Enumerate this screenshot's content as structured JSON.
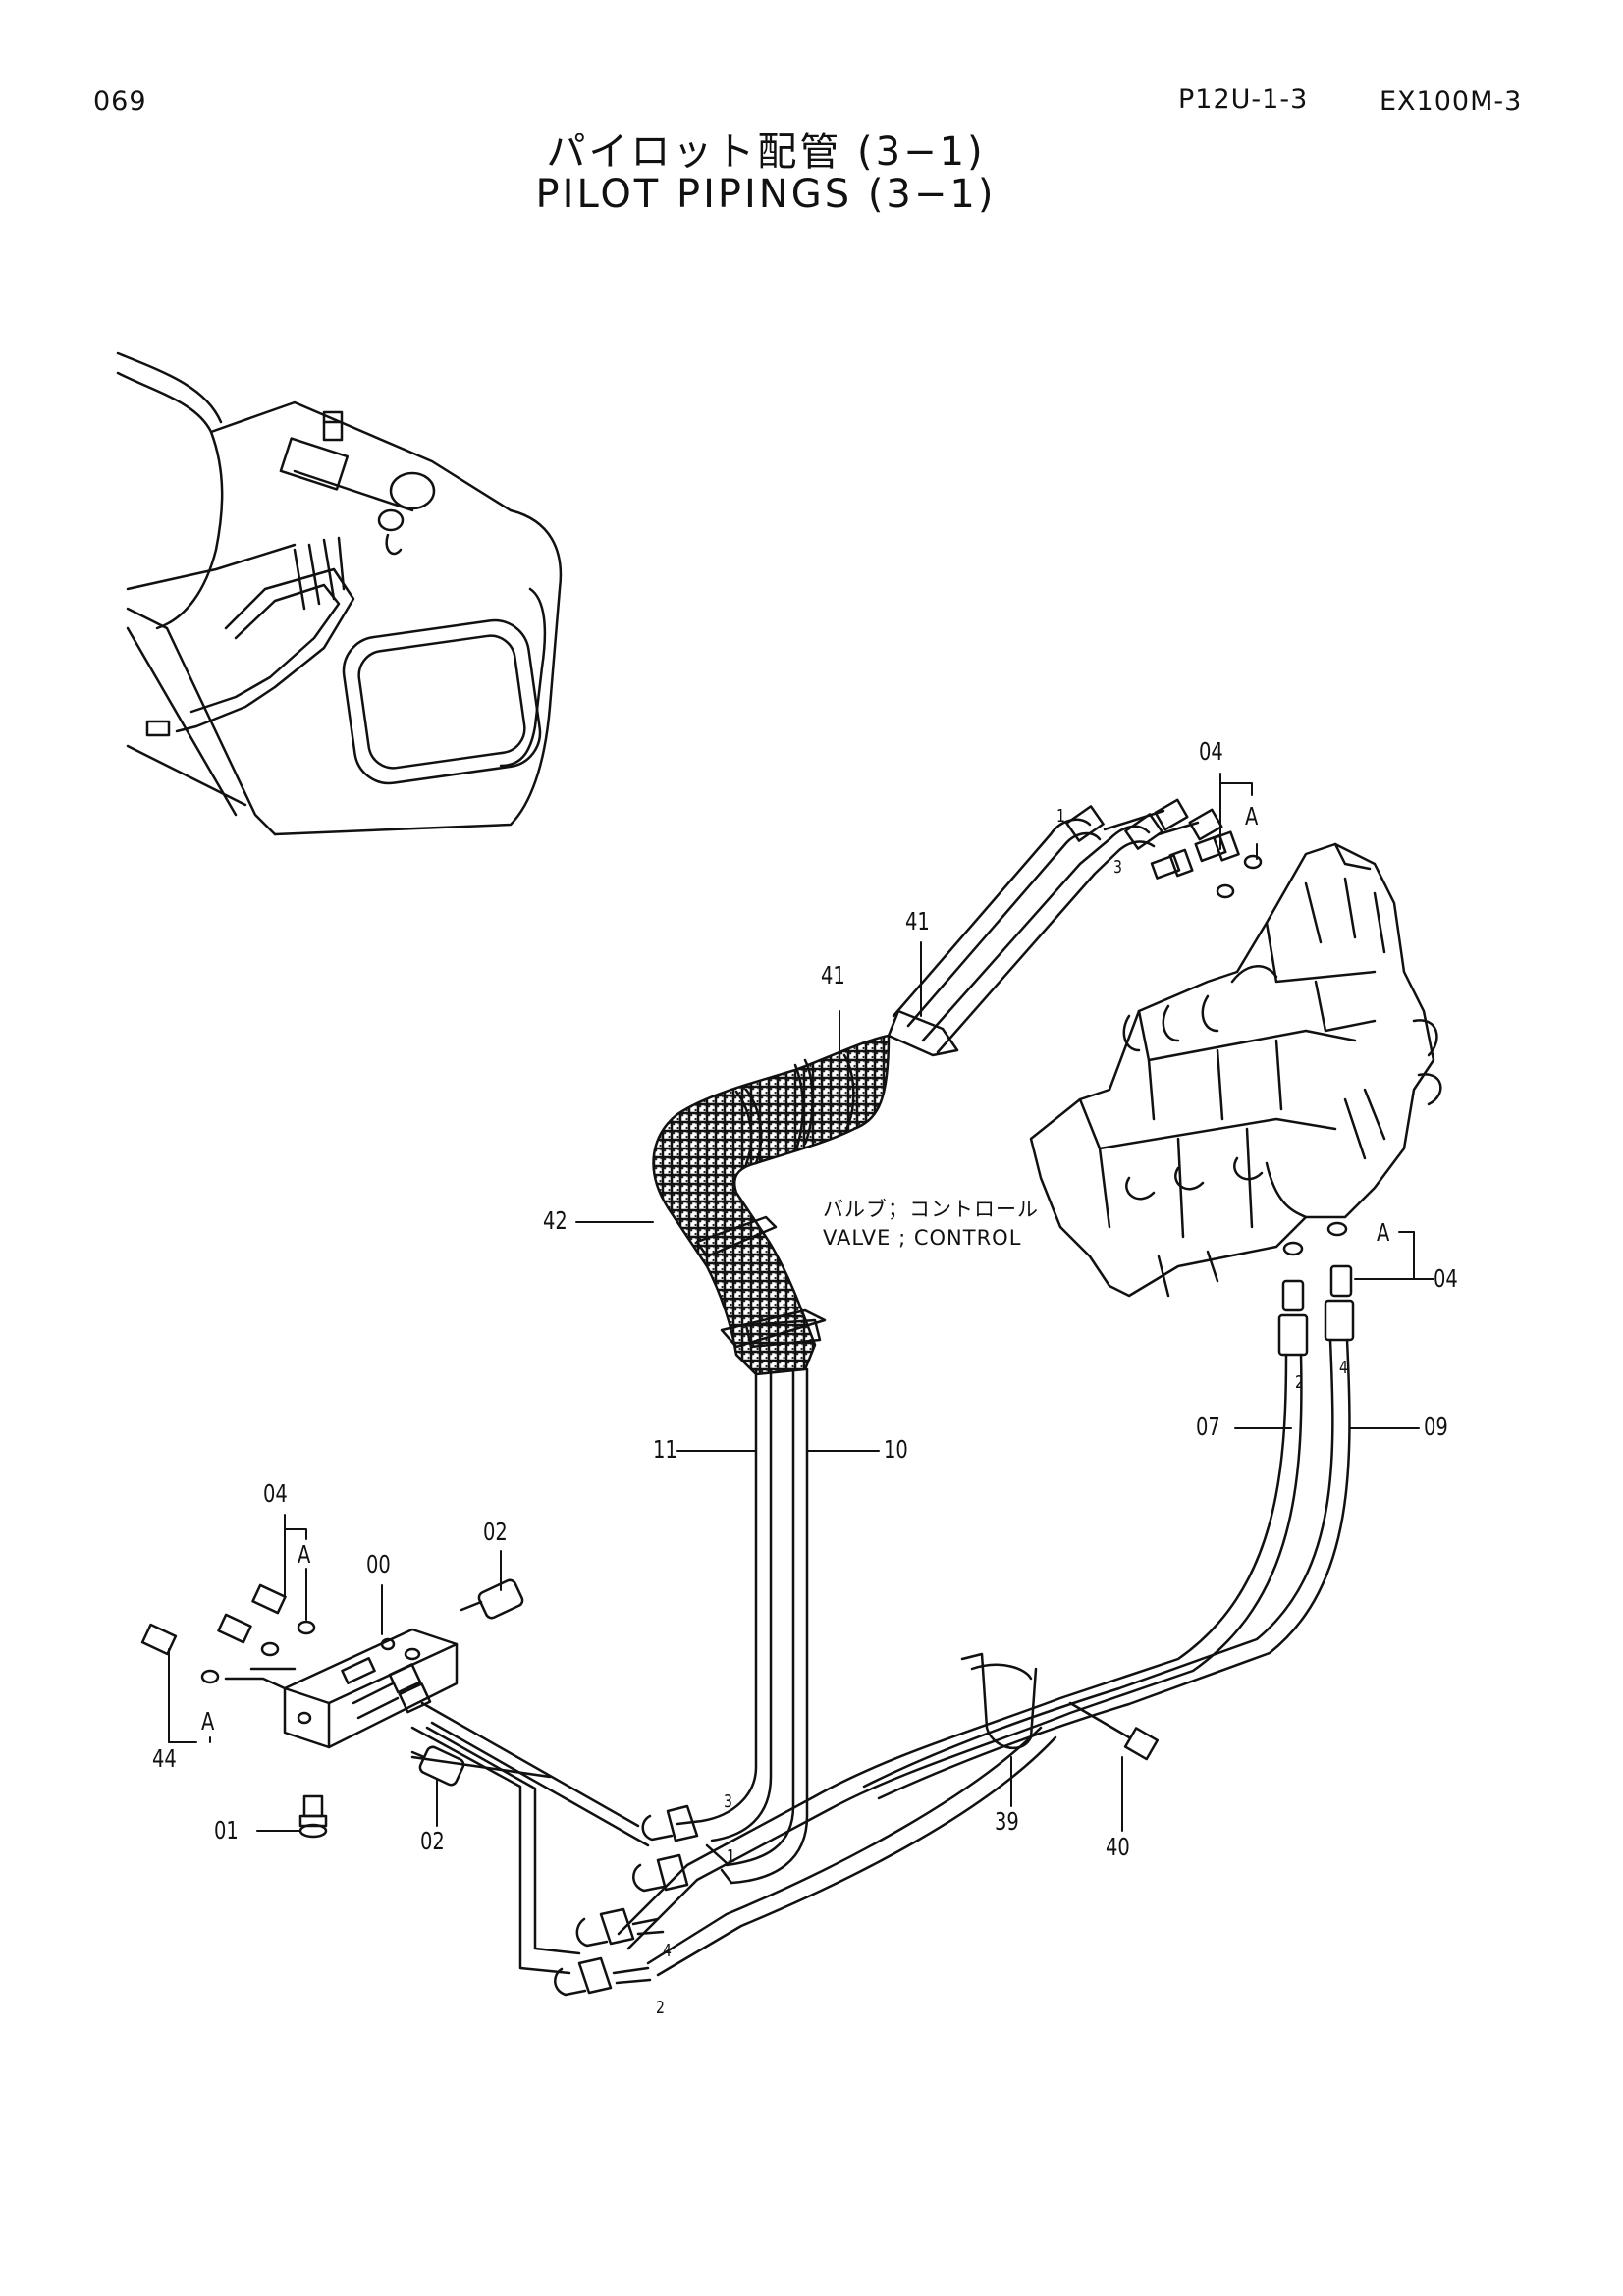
{
  "header": {
    "page_number": "069",
    "section_code": "P12U-1-3",
    "model": "EX100M-3"
  },
  "title": {
    "japanese": "パイロット配管 (3−1)",
    "english": "PILOT PIPINGS (3−1)"
  },
  "callouts": {
    "c04_top": "04",
    "a_top": "A",
    "c41_upper": "41",
    "c41_lower": "41",
    "c42": "42",
    "c04_right": "04",
    "a_right": "A",
    "c07": "07",
    "c09": "09",
    "c11": "11",
    "c10": "10",
    "c04_left": "04",
    "a_left": "A",
    "c00": "00",
    "c02_top": "02",
    "c44": "44",
    "a_bottom": "A",
    "c01": "01",
    "c02_bottom": "02",
    "c39": "39",
    "c40": "40"
  },
  "port_marks": {
    "p1_top": "1",
    "p3_top": "3",
    "p2_right": "2",
    "p4_right": "4",
    "p3_bottom": "3",
    "p1_bottom": "1",
    "p4_bottom": "4",
    "p2_bottom": "2"
  },
  "valve_label": {
    "japanese": "バルブ；コントロール",
    "english": "VALVE ; CONTROL"
  }
}
